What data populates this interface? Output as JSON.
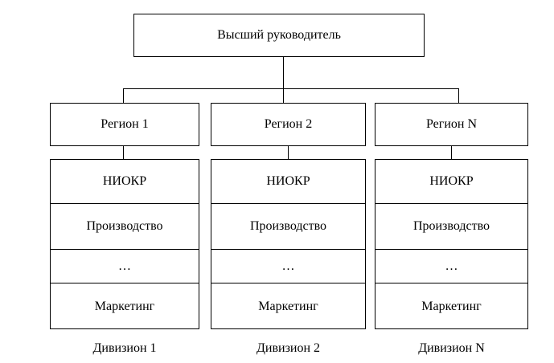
{
  "top": {
    "label": "Высший руководитель"
  },
  "columns": [
    {
      "region": "Регион 1",
      "functions": [
        "НИОКР",
        "Производство",
        "…",
        "Маркетинг"
      ],
      "caption": "Дивизион 1"
    },
    {
      "region": "Регион 2",
      "functions": [
        "НИОКР",
        "Производство",
        "…",
        "Маркетинг"
      ],
      "caption": "Дивизион 2"
    },
    {
      "region": "Регион N",
      "functions": [
        "НИОКР",
        "Производство",
        "…",
        "Маркетинг"
      ],
      "caption": "Дивизион N"
    }
  ]
}
